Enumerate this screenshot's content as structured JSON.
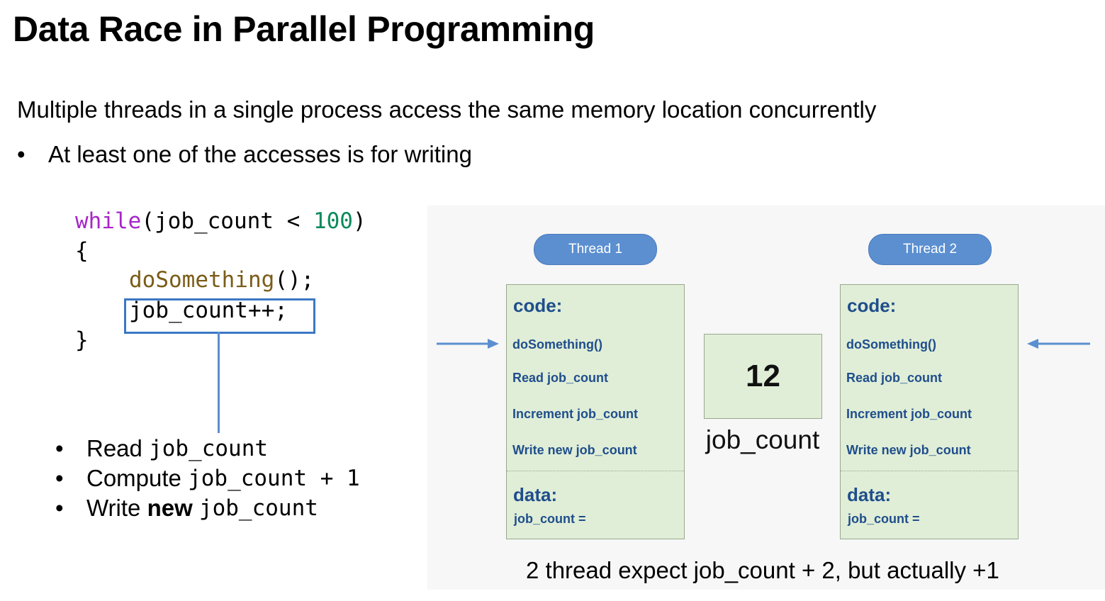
{
  "title": "Data Race in Parallel Programming",
  "subtitle": "Multiple threads in a single process access the same memory location concurrently",
  "bullet": {
    "symbol": "•",
    "text": "At least one of the accesses is for writing"
  },
  "code": {
    "while_kw": "while",
    "while_open": "(job_count < ",
    "while_num": "100",
    "while_close": ")",
    "brace_open": "{",
    "call_fn": "doSomething",
    "call_tail": "();",
    "increment": "job_count++;",
    "brace_close": "}"
  },
  "steps": [
    {
      "symbol": "•",
      "prefix": "Read ",
      "mono": "job_count"
    },
    {
      "symbol": "•",
      "prefix": "Compute ",
      "mono": "job_count + 1"
    },
    {
      "symbol": "•",
      "prefix": "Write ",
      "bold": "new",
      "mono": "job_count"
    }
  ],
  "diagram": {
    "threads": [
      {
        "name": "Thread 1",
        "code_label": "code:",
        "items": [
          "doSomething()",
          "Read job_count",
          "Increment job_count",
          "Write new job_count"
        ],
        "data_label": "data:",
        "data_item": "job_count ="
      },
      {
        "name": "Thread 2",
        "code_label": "code:",
        "items": [
          "doSomething()",
          "Read job_count",
          "Increment job_count",
          "Write new job_count"
        ],
        "data_label": "data:",
        "data_item": "job_count ="
      }
    ],
    "shared_value": "12",
    "shared_label": "job_count",
    "caption": "2 thread expect job_count + 2, but actually +1",
    "colors": {
      "pill": "#5b8fd0",
      "box_fill": "#e0eed7",
      "text_blue": "#1f4e8c",
      "arrow": "#5b8fd0"
    }
  }
}
